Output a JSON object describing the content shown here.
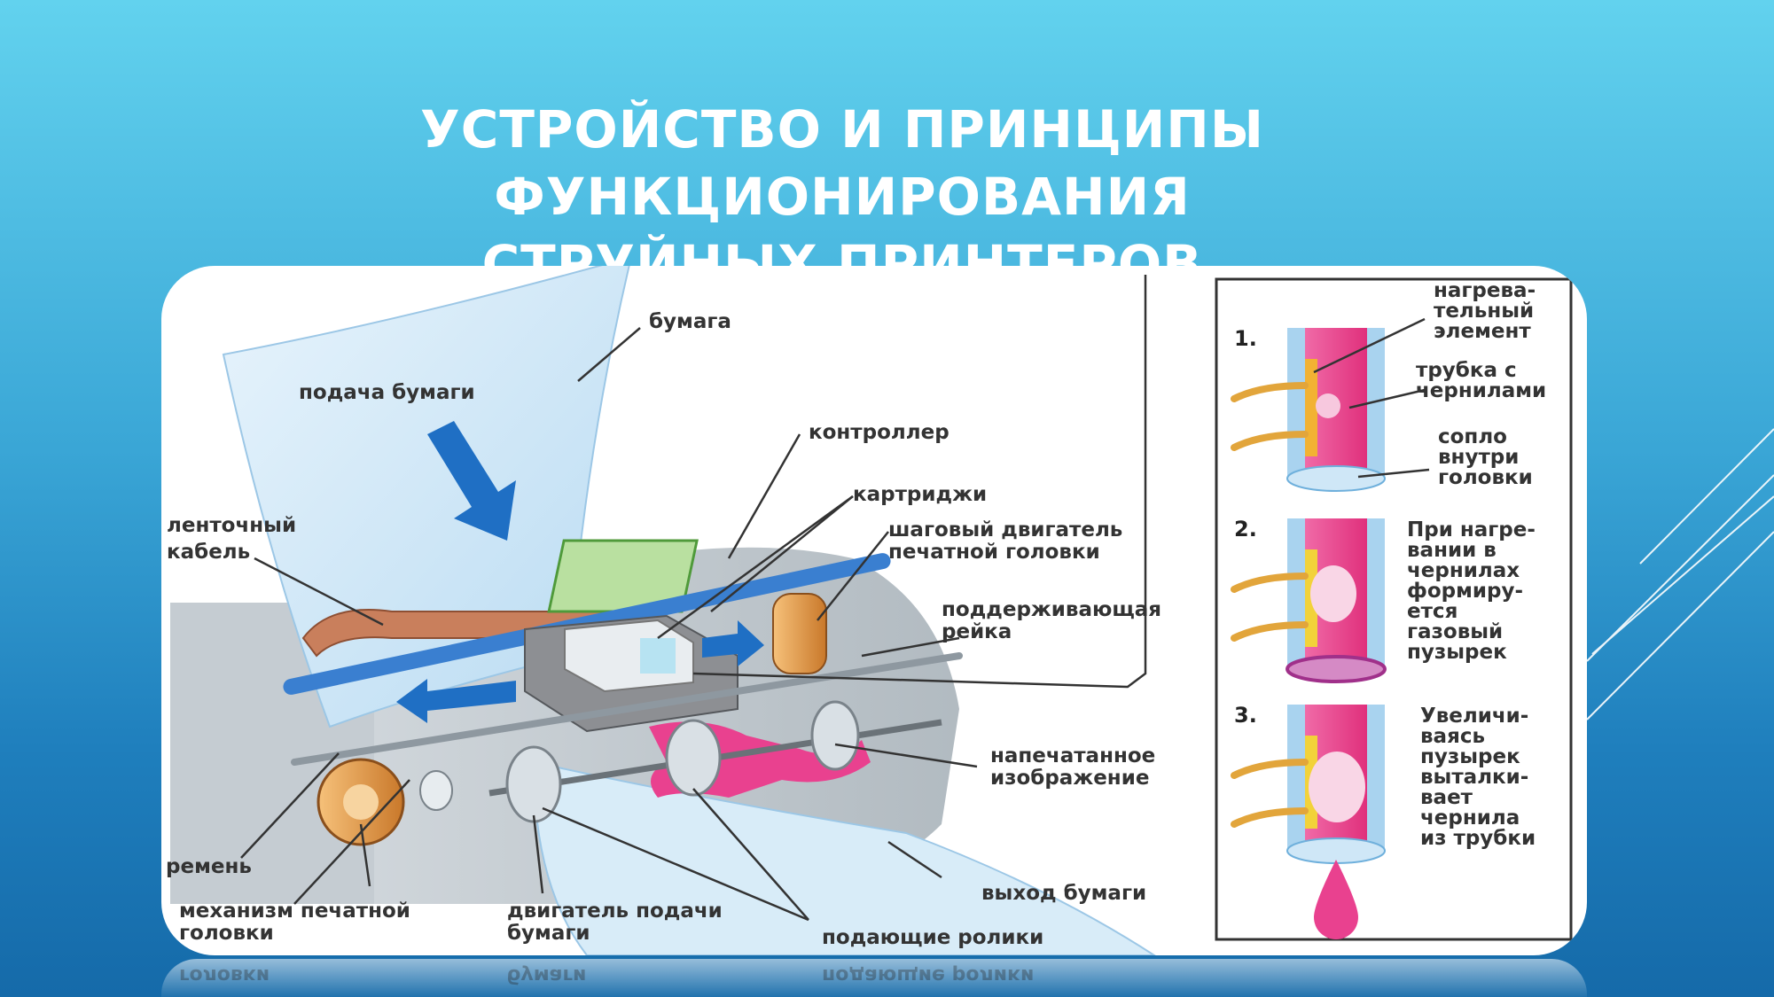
{
  "slide": {
    "title_line1": "УСТРОЙСТВО И ПРИНЦИПЫ ФУНКЦИОНИРОВАНИЯ",
    "title_line2": "СТРУЙНЫХ ПРИНТЕРОВ"
  },
  "diagram": {
    "labels": {
      "paper": "бумага",
      "paper_feed": "подача бумаги",
      "controller": "контроллер",
      "cartridges": "картриджи",
      "ribbon_cable_1": "ленточный",
      "ribbon_cable_2": "кабель",
      "stepper_1": "шаговый двигатель",
      "stepper_2": "печатной головки",
      "rail_1": "поддерживающая",
      "rail_2": "рейка",
      "printed_1": "напечатанное",
      "printed_2": "изображение",
      "belt": "ремень",
      "head_mech_1": "механизм печатной",
      "head_mech_2": "головки",
      "feed_motor_1": "двигатель подачи",
      "feed_motor_2": "бумаги",
      "rollers": "подающие ролики",
      "paper_out": "выход бумаги"
    },
    "steps": [
      {
        "number": "1.",
        "callouts": [
          [
            "нагрева-",
            "тельный",
            "элемент"
          ],
          [
            "трубка с",
            "чернилами"
          ],
          [
            "сопло",
            "внутри",
            "головки"
          ]
        ]
      },
      {
        "number": "2.",
        "text": [
          "При нагре-",
          "вании в",
          "чернилах",
          "формиру-",
          "ется",
          "газовый",
          "пузырек"
        ]
      },
      {
        "number": "3.",
        "text": [
          "Увеличи-",
          "ваясь",
          "пузырек",
          "выталки-",
          "вает",
          "чернила",
          "из трубки"
        ]
      }
    ]
  },
  "colors": {
    "ink": "#e9418f",
    "tube": "#a9d3ef",
    "heater": "#f2b233",
    "arrow": "#1f6fc4",
    "paper": "#d8ecf8"
  }
}
